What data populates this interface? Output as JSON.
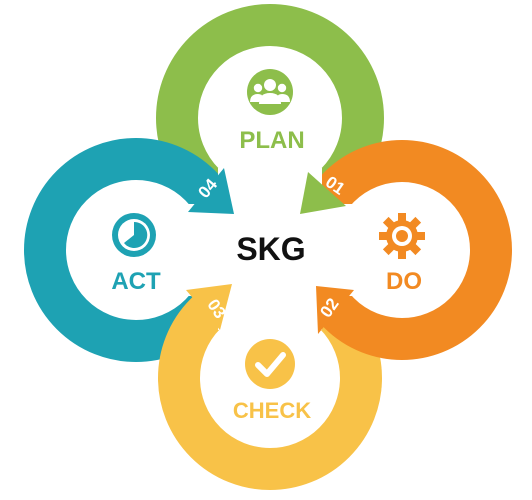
{
  "center": {
    "label": "SKG"
  },
  "phases": [
    {
      "key": "plan",
      "label": "PLAN",
      "number": "01",
      "color": "#8DBE4B",
      "icon": "people-group-icon"
    },
    {
      "key": "do",
      "label": "DO",
      "number": "02",
      "color": "#F28A22",
      "icon": "gear-icon"
    },
    {
      "key": "check",
      "label": "CHECK",
      "number": "03",
      "color": "#F8C248",
      "icon": "checkmark-circle-icon"
    },
    {
      "key": "act",
      "label": "ACT",
      "number": "04",
      "color": "#1EA2B3",
      "icon": "clock-icon"
    }
  ]
}
